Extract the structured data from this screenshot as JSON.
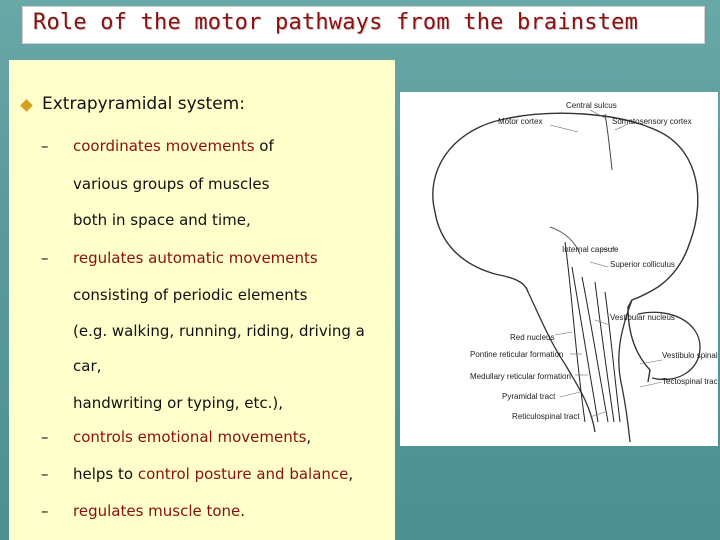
{
  "title": "Role of the motor pathways from the brainstem",
  "heading": "Extrapyramidal system:",
  "lines": {
    "l1a": "coordinates movements",
    "l1b": " of",
    "l2": "various groups of muscles",
    "l3": "both in space and time,",
    "l4": "regulates automatic movements",
    "l5": "consisting of periodic elements",
    "l6": "(e.g. walking, running, riding, driving a",
    "l7": "car,",
    "l8": "handwriting or typing, etc.),",
    "l9a": "controls emotional movements",
    "l9b": ",",
    "l10a": "helps to ",
    "l10b": "control posture and balance",
    "l10c": ",",
    "l11a": "regulates muscle tone",
    "l11b": "."
  },
  "dash": "–",
  "figure": {
    "labels": {
      "central_sulcus": "Central sulcus",
      "motor_cortex": "Motor cortex",
      "somatosensory_cortex": "Somatosensory cortex",
      "internal_capsule": "Internal capsule",
      "superior_colliculus": "Superior colliculus",
      "red_nucleus": "Red nucleus",
      "vestibular_nucleus": "Vestibular nucleus",
      "pontine_reticular": "Pontine reticular formation",
      "medullary_reticular": "Medullary reticular formation",
      "pyramidal_tract": "Pyramidal tract",
      "vestibulospinal_tract": "Vestibulo spinal tract",
      "tectospinal_tract": "Tectospinal tract",
      "reticulospinal_tract": "Reticulospinal tract"
    }
  },
  "colors": {
    "title": "#8a1010",
    "panel": "#ffffcc",
    "bullet": "#d4a020",
    "background": "#5a9a9a"
  }
}
